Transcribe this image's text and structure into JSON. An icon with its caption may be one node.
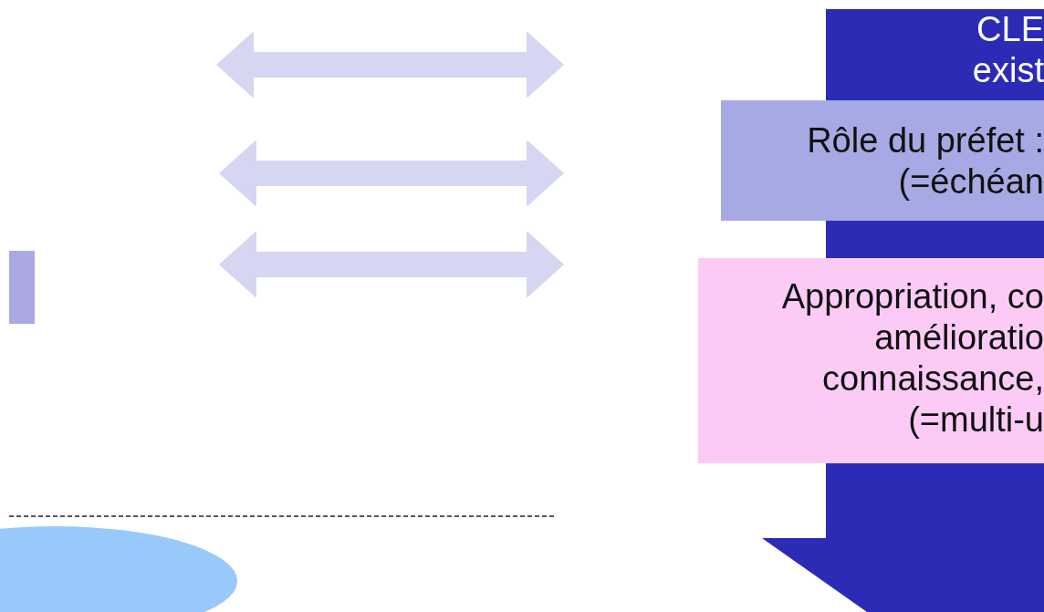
{
  "diagram": {
    "nodes": [
      {
        "text": [
          "CLE exist"
        ]
      },
      {
        "text": [
          "Rôle du préfet : (=échéan"
        ]
      },
      {
        "text": [
          "Appropriation, co amélioratio connaissance, (=multi-u"
        ]
      },
      {
        "text": [],
        "shape": "box"
      },
      {
        "text": [],
        "shape": "ellipse"
      }
    ]
  }
}
